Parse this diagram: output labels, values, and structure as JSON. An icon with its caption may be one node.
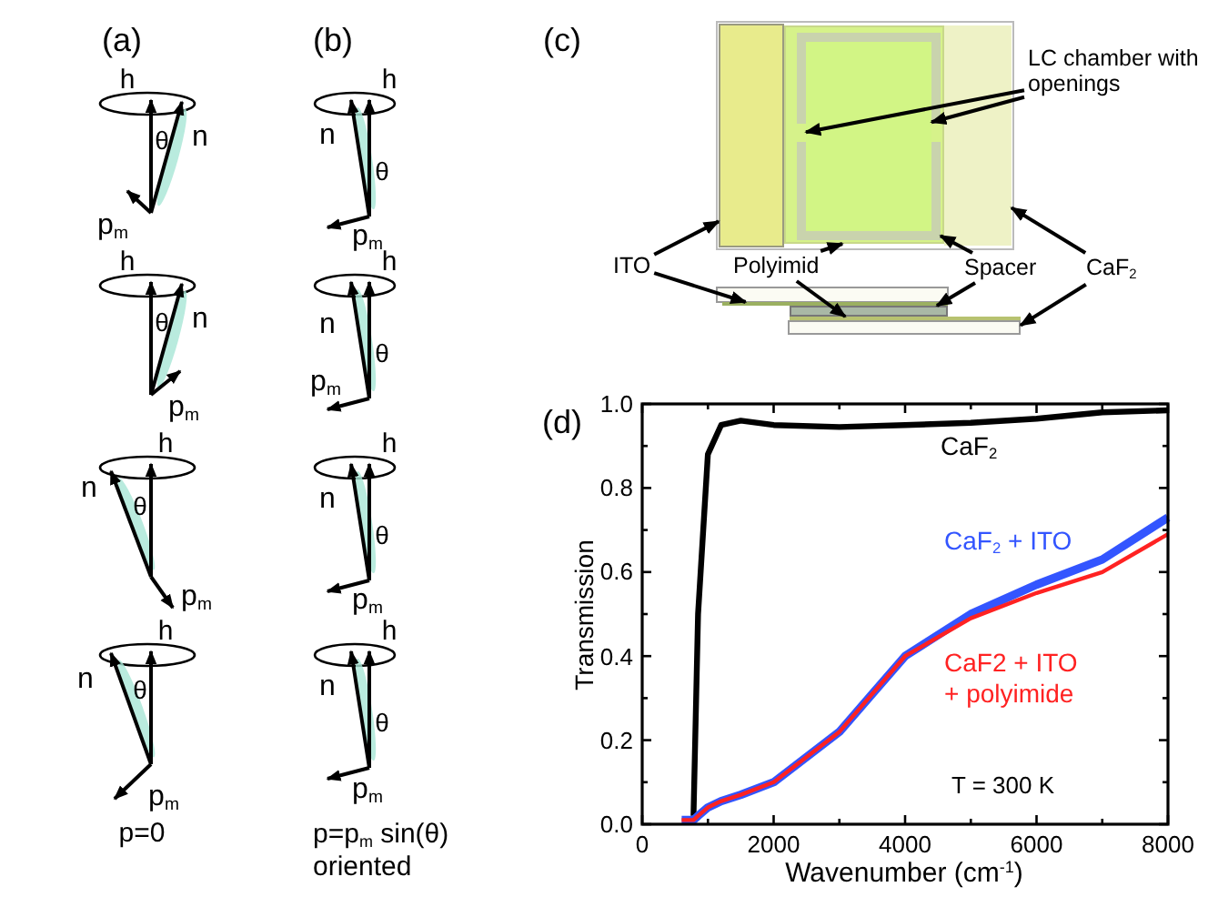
{
  "diagram": {
    "nodes": [
      {
        "text": [
          "LC chamber with openings"
        ]
      },
      {
        "text": [
          "ITO"
        ]
      },
      {
        "text": [
          "Polyimid"
        ]
      },
      {
        "text": [
          "Spacer"
        ]
      },
      {
        "text": [
          "CaF$_{2}$"
        ]
      },
      {
        "text": [],
        "shape": "box"
      },
      {
        "text": [],
        "shape": "box"
      },
      {
        "text": [],
        "shape": "box",
        "in": 6
      },
      {
        "text": [],
        "shape": "box",
        "in": 7
      },
      {
        "text": [],
        "shape": "box",
        "in": 7
      },
      {
        "text": [],
        "shape": "box",
        "in": 7
      },
      {
        "text": [],
        "shape": "box"
      },
      {
        "text": [],
        "shape": "box"
      },
      {
        "text": [],
        "shape": "box"
      },
      {
        "text": [],
        "shape": "box"
      },
      {
        "text": [],
        "shape": "box"
      }
    ],
    "edges": [
      {
        "from": 0,
        "to": 8,
        "arrow": "to"
      },
      {
        "from": 0,
        "to": 9,
        "arrow": "to"
      },
      {
        "from": 1,
        "to": 5,
        "arrow": "to"
      },
      {
        "from": 1,
        "to": 12,
        "arrow": "to"
      },
      {
        "from": 2,
        "to": 6,
        "arrow": "to"
      },
      {
        "from": 2,
        "to": 14,
        "arrow": "to"
      },
      {
        "from": 3,
        "to": 7,
        "arrow": "to"
      },
      {
        "from": 3,
        "to": 13,
        "arrow": "to"
      },
      {
        "from": 4,
        "to": 11,
        "arrow": "to"
      },
      {
        "from": 4,
        "to": 15,
        "arrow": "to"
      }
    ],
    "labels": [
      "(a)",
      "(b)",
      "(c)",
      "h",
      "θ",
      "n",
      "p$_{m}$",
      "h",
      "n",
      "θ",
      "p$_{m}$",
      "h",
      "θ",
      "n",
      "p$_{m}$",
      "h",
      "n",
      "θ",
      "p$_{m}$",
      "h",
      "θ",
      "n",
      "p$_{m}$",
      "h",
      "n",
      "θ",
      "p$_{m}$",
      "h",
      "θ",
      "n",
      "p$_{m}$",
      "h",
      "n",
      "θ",
      "p$_{m}$",
      "(d)",
      "p=0",
      "p=p$_{m}$ sin(θ) oriented"
    ],
    "chart_data": {
      "type": "line",
      "xlabel": "Wavenumber (cm$^{-1}$)",
      "ylabel": "Transmission",
      "x": [
        600,
        780,
        850,
        1000,
        1200,
        1500,
        2000,
        3000,
        4000,
        5000,
        6000,
        7000,
        8000
      ],
      "series": [
        {
          "name": "CaF$_{2}$",
          "color": "#000000",
          "values": [
            null,
            0.02,
            0.5,
            0.88,
            0.95,
            0.96,
            0.95,
            0.945,
            0.95,
            0.955,
            0.965,
            0.98,
            0.985
          ]
        },
        {
          "name": "CaF$_{2}$ + ITO",
          "color": "#3355ff",
          "values": [
            0.01,
            0.01,
            0.02,
            0.04,
            0.055,
            0.07,
            0.1,
            0.22,
            0.4,
            0.5,
            0.57,
            0.63,
            0.73
          ]
        },
        {
          "name": "CaF2 + ITO + polyimide",
          "color": "#ff2222",
          "values": [
            0.01,
            0.01,
            0.02,
            0.04,
            0.055,
            0.07,
            0.1,
            0.22,
            0.4,
            0.49,
            0.55,
            0.6,
            0.69
          ]
        }
      ],
      "xlim": [
        0,
        8000
      ],
      "ylim": [
        0,
        1
      ],
      "xticks": [
        0,
        2000,
        4000,
        6000,
        8000
      ],
      "yticks": [
        {
          "value": 0,
          "label": "0.0"
        },
        {
          "value": 0.2,
          "label": "0.2"
        },
        {
          "value": 0.4,
          "label": "0.4"
        },
        {
          "value": 0.6,
          "label": "0.6"
        },
        {
          "value": 0.8,
          "label": "0.8"
        },
        {
          "value": 1,
          "label": "1.0"
        }
      ],
      "annotations": [
        "T = 300 K"
      ]
    }
  }
}
